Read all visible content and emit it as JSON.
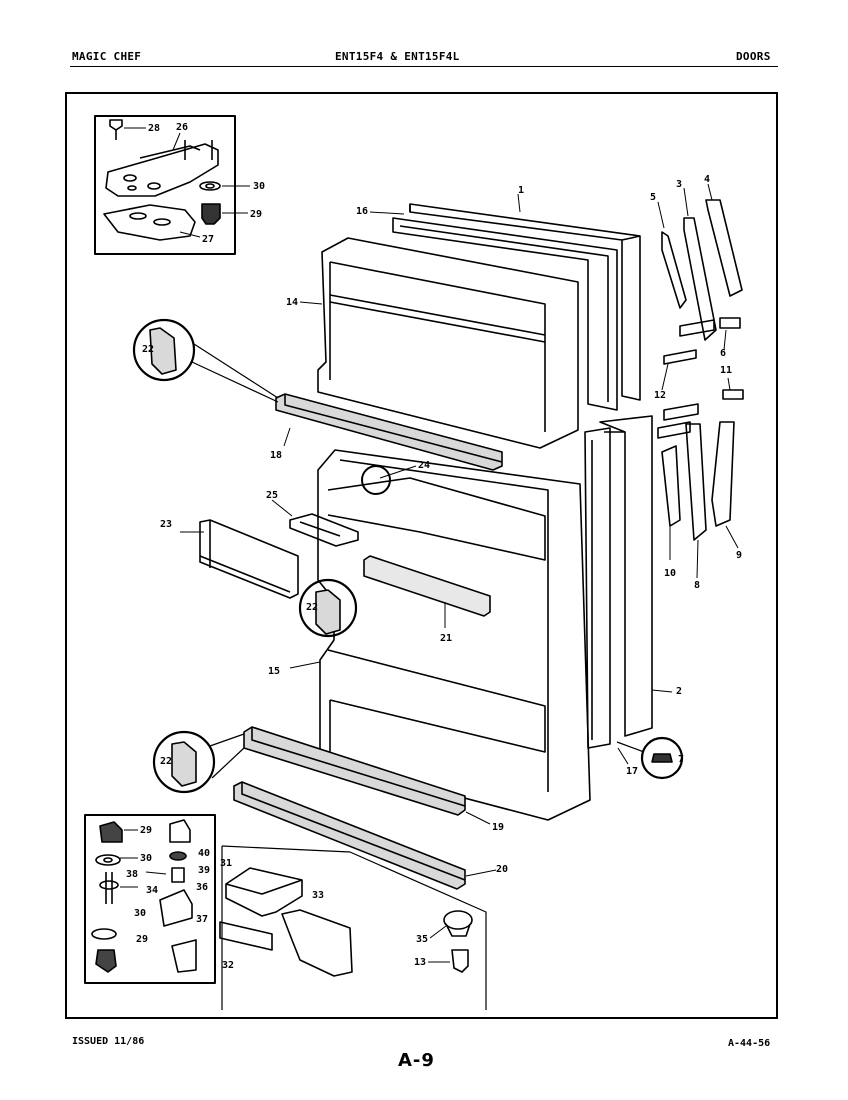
{
  "header": {
    "brand": "MAGIC CHEF",
    "models": "ENT15F4 & ENT15F4L",
    "section": "DOORS"
  },
  "footer": {
    "issued": "ISSUED 11/86",
    "page": "A-9",
    "code": "A-44-56"
  },
  "callouts": [
    "1",
    "2",
    "3",
    "4",
    "5",
    "6",
    "7",
    "8",
    "9",
    "10",
    "11",
    "12",
    "13",
    "14",
    "15",
    "16",
    "17",
    "18",
    "19",
    "20",
    "21",
    "22",
    "23",
    "24",
    "25",
    "26",
    "27",
    "28",
    "29",
    "30",
    "31",
    "32",
    "33",
    "34",
    "35",
    "36",
    "37",
    "38",
    "39",
    "40"
  ],
  "colors": {
    "ink": "#000000",
    "paper": "#ffffff",
    "shade": "#d9d9d9"
  }
}
